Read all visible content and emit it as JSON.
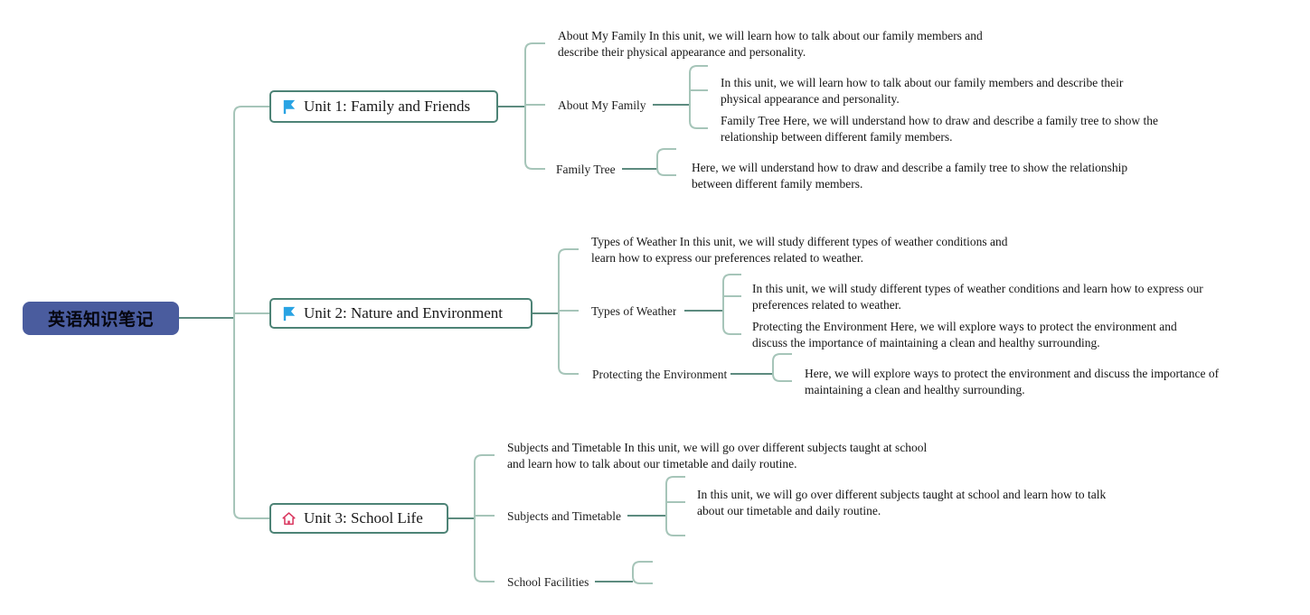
{
  "root": {
    "label": "英语知识笔记"
  },
  "colors": {
    "root_bg": "#4a5c9e",
    "node_border": "#4d8376",
    "line_light": "#a6c5b9",
    "line_dark": "#5d8b7f",
    "flag_icon": "#29a3e3",
    "house_icon": "#d9365e",
    "text": "#1b1b1b"
  },
  "units": [
    {
      "label": "Unit 1: Family and Friends",
      "icon": "flag-icon",
      "note": "About My Family In this unit, we will learn how to talk about our family members and describe their physical appearance and personality.",
      "subtopics": [
        {
          "label": "About My Family",
          "notes": [
            "In this unit, we will learn how to talk about our family members and describe their physical appearance and personality.",
            "Family Tree Here, we will understand how to draw and describe a family tree to show the relationship between different family members."
          ]
        },
        {
          "label": "Family Tree",
          "notes": [
            "Here, we will understand how to draw and describe a family tree to show the relationship between different family members."
          ]
        }
      ]
    },
    {
      "label": "Unit 2: Nature and Environment",
      "icon": "flag-icon",
      "note": "Types of Weather In this unit, we will study different types of weather conditions and learn how to express our preferences related to weather.",
      "subtopics": [
        {
          "label": "Types of Weather",
          "notes": [
            "In this unit, we will study different types of weather conditions and learn how to express our preferences related to weather.",
            "Protecting the Environment Here, we will explore ways to protect the environment and discuss the importance of maintaining a clean and healthy surrounding."
          ]
        },
        {
          "label": "Protecting the Environment",
          "notes": [
            "Here, we will explore ways to protect the environment and discuss the importance of maintaining a clean and healthy surrounding."
          ]
        }
      ]
    },
    {
      "label": "Unit 3: School Life",
      "icon": "house-icon",
      "note": "Subjects and Timetable In this unit, we will go over different subjects taught at school and learn how to talk about our timetable and daily routine.",
      "subtopics": [
        {
          "label": "Subjects and Timetable",
          "notes": [
            "In this unit, we will go over different subjects taught at school and learn how to talk about our timetable and daily routine."
          ]
        },
        {
          "label": "School Facilities",
          "notes": []
        }
      ]
    }
  ]
}
